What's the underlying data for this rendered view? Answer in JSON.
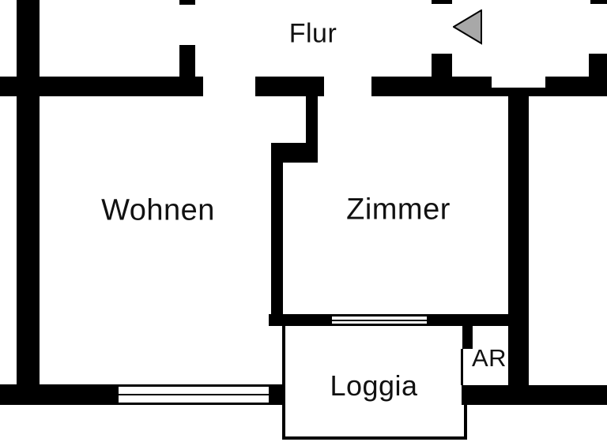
{
  "document": {
    "type": "apartment-floor-plan"
  },
  "rooms": {
    "flur": {
      "label": "Flur"
    },
    "wohnen": {
      "label": "Wohnen"
    },
    "zimmer": {
      "label": "Zimmer"
    },
    "loggia": {
      "label": "Loggia"
    },
    "ar": {
      "label": "AR"
    }
  },
  "icons": {
    "entrance_arrow": "left-pointing-triangle"
  },
  "colors": {
    "wall": "#000000",
    "background": "#ffffff",
    "text": "#111111",
    "arrow_fill": "#a8a8a8",
    "arrow_outline": "#000000"
  }
}
